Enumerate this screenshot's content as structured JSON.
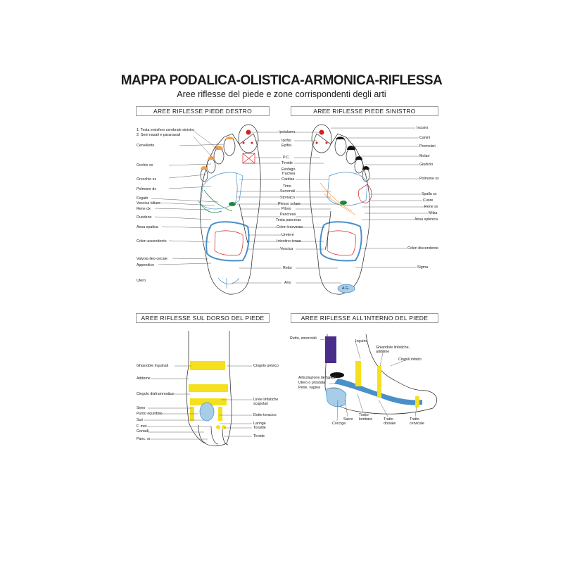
{
  "title": "MAPPA PODALICA-OLISTICA-ARMONICA-RIFLESSA",
  "subtitle": "Aree riflesse del piede e zone corrispondenti degli arti",
  "panels": {
    "right_foot": "AREE RIFLESSE PIEDE DESTRO",
    "left_foot": "AREE RIFLESSE PIEDE SINISTRO",
    "dorsum": "AREE RIFLESSE SUL DORSO DEL PIEDE",
    "inner": "AREE RIFLESSE ALL'INTERNO DEL PIEDE"
  },
  "right_foot_left_labels": {
    "l1": "1. Testa emisfero cerebrale sinistro",
    "l2": "2. Seni nasali e paranasali",
    "l3": "Cervelletto",
    "l4": "Occhio sx",
    "l5": "Orecchio sx",
    "l6": "Polmone dx",
    "l7": "Fegato",
    "l8": "Vescica biliare",
    "l9": "Rene dx",
    "l10": "Duodeno",
    "l11": "Ansa epatica",
    "l12": "Colon ascendente",
    "l13": "Valvola ileo-cecale",
    "l14": "Appendice",
    "l15": "Utero"
  },
  "center_labels": {
    "c1": "Ipotalamo",
    "c2": "Ipofisi",
    "c3": "Epifisi",
    "c4": "P.C.",
    "c5": "Tiroide",
    "c6": "Esofago",
    "c7": "Trachea",
    "c8": "Cardias",
    "c9": "Timo",
    "c10": "Surrenali",
    "c11": "Stomaco",
    "c12": "Plesso solare",
    "c13": "Piloro",
    "c14": "Pancreas",
    "c15": "Testa pancreas",
    "c16": "Colon trasverso",
    "c17": "Uretere",
    "c18": "Intestino tenue",
    "c19": "Vescica",
    "c20": "Retto",
    "c21": "Ano"
  },
  "left_foot_right_labels": {
    "r1": "Incisivi",
    "r2": "Canini",
    "r3": "Premolari",
    "r4": "Molari",
    "r5": "Giudizio",
    "r6": "Polmone sx",
    "r7": "Spalla sx",
    "r8": "Cuore",
    "r9": "Rene sx",
    "r10": "Milza",
    "r11": "Ansa splenica",
    "r12": "Colon discendente",
    "r13": "Sigma"
  },
  "heel_mark": "A.G.",
  "dorsum_left_labels": {
    "d1": "Ghiandole inguinali",
    "d2": "Addome",
    "d3": "Cingolo diaframmatico",
    "d4": "Seno",
    "d5": "Punto equilibrio",
    "d6": "Suri",
    "d7": "F. met.",
    "d8": "Gonadi",
    "d9": "Panc. or."
  },
  "dorsum_right_labels": {
    "e1": "Cingolo pelvico",
    "e2": "Linee linfatiche scapolari",
    "e3": "Dotto toracico",
    "e4": "Laringe",
    "e5": "Tonsille",
    "e6": "Tiroide"
  },
  "inner_labels": {
    "i1": "Retto, emorroidi",
    "i2": "Inguine",
    "i3": "Ghiandole linfatiche, addome",
    "i4": "Cingoli infatici",
    "i5": "Articolazione dell'anca",
    "i6": "Utero o prostata",
    "i7": "Pene, vagina",
    "i8": "Coccige",
    "i9": "Sacro",
    "i10": "Tratto lombare",
    "i11": "Tratto dorsale",
    "i12": "Tratto cervicale"
  },
  "colors": {
    "orange": "#f0a050",
    "red": "#d42020",
    "blue": "#4a90c8",
    "light_blue": "#a8cde8",
    "green": "#1a8a3a",
    "yellow": "#f5e020",
    "purple": "#4a2d8a",
    "black": "#111111"
  }
}
